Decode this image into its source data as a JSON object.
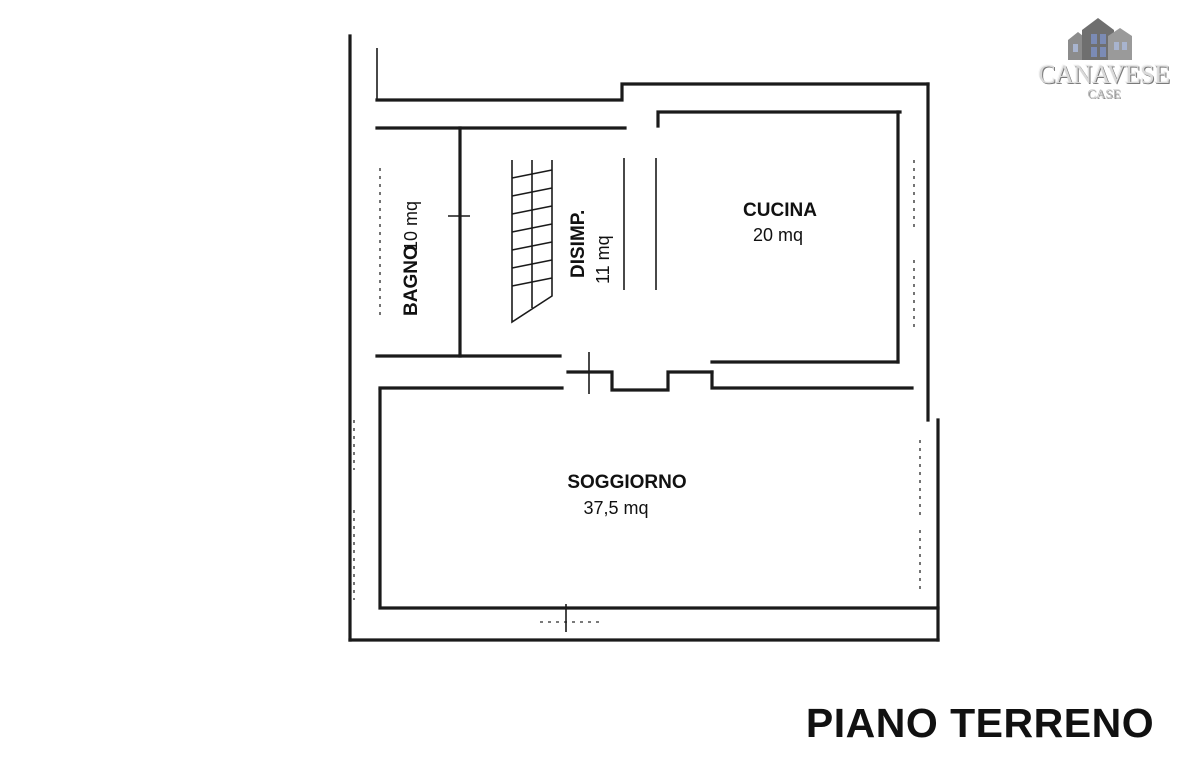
{
  "logo": {
    "word": "CANAVESE",
    "sub": "CASE"
  },
  "plan": {
    "rooms": [
      {
        "id": "bagno",
        "name": "BAGNO",
        "area": "10 mq"
      },
      {
        "id": "disimp",
        "name": "DISIMP.",
        "area": "11 mq"
      },
      {
        "id": "cucina",
        "name": "CUCINA",
        "area": "20 mq"
      },
      {
        "id": "soggiorno",
        "name": "SOGGIORNO",
        "area": "37,5 mq"
      }
    ]
  },
  "floor_title": "PIANO TERRENO"
}
